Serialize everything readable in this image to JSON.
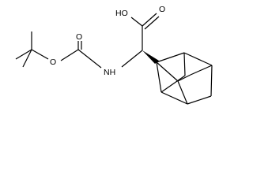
{
  "structure": {
    "atom_labels": {
      "hydroxyl": "HO",
      "acid_carbonyl_oxygen": "O",
      "ester_oxygen": "O",
      "carbamate_carbonyl_oxygen": "O",
      "amine": "NH"
    },
    "stereo_wedge_color": "#000000",
    "bond_color": "#000000",
    "background_color": "#ffffff"
  }
}
